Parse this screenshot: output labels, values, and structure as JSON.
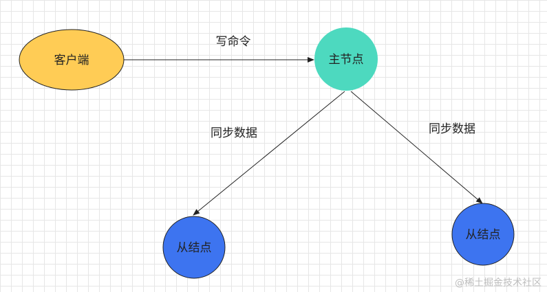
{
  "colors": {
    "client_fill": "#ffcc55",
    "master_fill": "#4dd9bf",
    "slave_fill": "#3d74f0",
    "stroke": "#222222",
    "edge": "#222222"
  },
  "nodes": {
    "client": "客户端",
    "master": "主节点",
    "slave_left": "从结点",
    "slave_right": "从结点"
  },
  "edges": {
    "write": "写命令",
    "sync_left": "同步数据",
    "sync_right": "同步数据"
  },
  "watermark": "@稀土掘金技术社区"
}
